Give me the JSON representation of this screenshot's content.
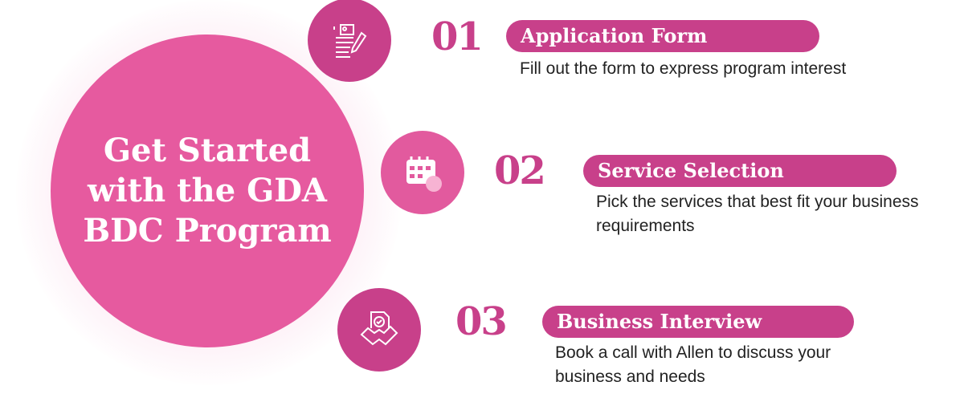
{
  "title": "Get Started with the GDA BDC Program",
  "colors": {
    "primary": "#e65a9f",
    "dark": "#c8408a"
  },
  "steps": [
    {
      "number": "01",
      "title": "Application Form",
      "description": "Fill out the form to express program interest",
      "icon": "application-form-icon"
    },
    {
      "number": "02",
      "title": "Service Selection",
      "description": "Pick the services that best fit your business requirements",
      "icon": "calendar-icon"
    },
    {
      "number": "03",
      "title": "Business Interview",
      "description": "Book a call with Allen to discuss your business and needs",
      "icon": "handshake-icon"
    }
  ]
}
